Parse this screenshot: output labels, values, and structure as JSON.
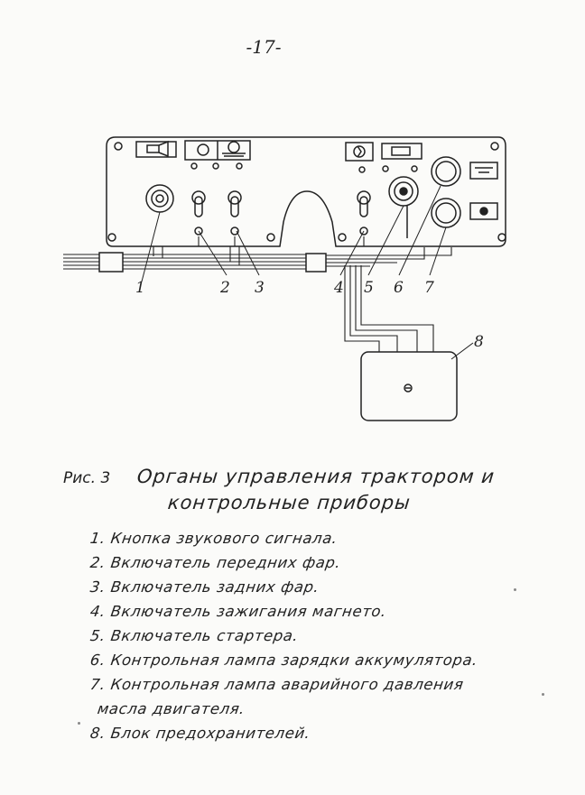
{
  "page_number": "-17-",
  "diagram": {
    "callouts": [
      "1",
      "2",
      "3",
      "4",
      "5",
      "6",
      "7",
      "8"
    ]
  },
  "caption": {
    "label": "Рис. 3",
    "line1": "Органы управления трактором и",
    "line2": "контрольные приборы"
  },
  "legend": [
    "1. Кнопка звукового сигнала.",
    "2. Включатель передних фар.",
    "3. Включатель задних фар.",
    "4. Включатель зажигания магнето.",
    "5. Включатель стартера.",
    "6. Контрольная лампа зарядки аккумулятора.",
    "7. Контрольная лампа аварийного давления",
    "масла двигателя.",
    "8. Блок предохранителей."
  ]
}
